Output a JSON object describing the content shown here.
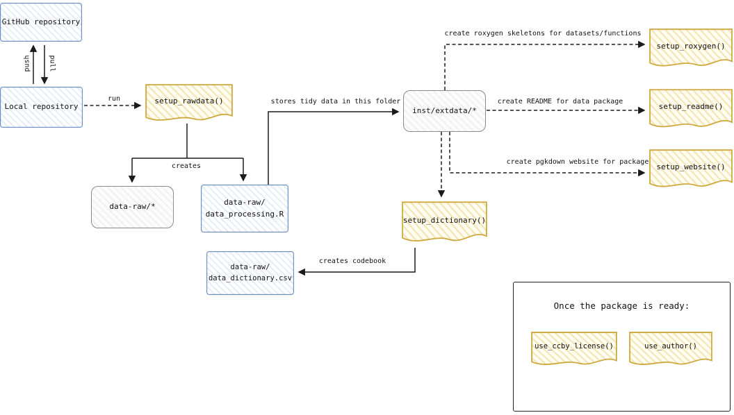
{
  "nodes": {
    "github_repo": {
      "label": "GitHub repository"
    },
    "local_repo": {
      "label": "Local repository"
    },
    "setup_rawdata": {
      "label": "setup_rawdata()"
    },
    "data_raw_folder": {
      "label": "data-raw/*"
    },
    "data_processing": {
      "line1": "data-raw/",
      "line2": "data_processing.R"
    },
    "inst_extdata": {
      "label": "inst/extdata/*"
    },
    "setup_roxygen": {
      "label": "setup_roxygen()"
    },
    "setup_readme": {
      "label": "setup_readme()"
    },
    "setup_website": {
      "label": "setup_website()"
    },
    "setup_dictionary": {
      "label": "setup_dictionary()"
    },
    "data_dictionary": {
      "line1": "data-raw/",
      "line2": "data_dictionary.csv"
    }
  },
  "edges": {
    "push": "push",
    "pull": "pull",
    "run": "run",
    "creates": "creates",
    "stores": "stores tidy data in this folder",
    "roxygen": "create roxygen skeletons for datasets/functions",
    "readme": "create README for data package",
    "website": "create pgkdown website for package",
    "codebook": "creates codebook"
  },
  "ready_box": {
    "title": "Once the package is ready:",
    "use_ccby_license": "use_ccby_license()",
    "use_author": "use_author()"
  },
  "colors": {
    "blue_border": "#6a8fc8",
    "yellow_border": "#cfa83d",
    "gray_border": "#8a8a8a",
    "line": "#1a1a1a"
  }
}
